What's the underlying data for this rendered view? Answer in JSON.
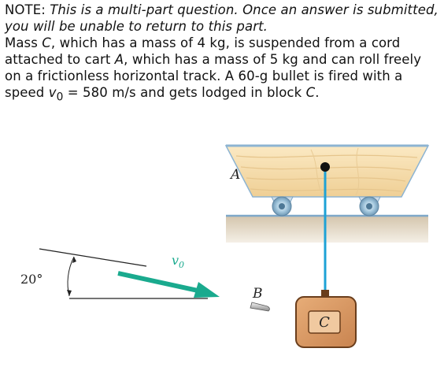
{
  "note": {
    "prefix": "NOTE: ",
    "text": "This is a multi-part question. Once an answer is submitted, you will be unable to return to this part."
  },
  "problem": {
    "p1": "Mass ",
    "mass_label": "C",
    "p2": ", which has a mass of 4 kg, is suspended from a cord attached to cart ",
    "cart_label": "A",
    "p3": ", which has a mass of 5 kg and can roll freely on a frictionless horizontal track. A 60-g bullet is fired with a speed ",
    "speed_symbol": "v",
    "speed_sub": "0",
    "p4": " = 580 m/s and gets lodged in block ",
    "block_label": "C",
    "p5": "."
  },
  "figure": {
    "cart_label": "A",
    "bullet_label": "B",
    "block_label": "C",
    "velocity_symbol": "v",
    "velocity_sub": "0",
    "angle_label": "20°",
    "colors": {
      "wood_light": "#f6dfae",
      "wood_dark": "#e2c28a",
      "track": "#d9ccb5",
      "rail": "#7ea7c8",
      "cord": "#1ea2d6",
      "arrow": "#1aaa8e",
      "block": "#d99a64",
      "block_border": "#6a3e1c",
      "wheel": "#9fc4d9"
    }
  }
}
